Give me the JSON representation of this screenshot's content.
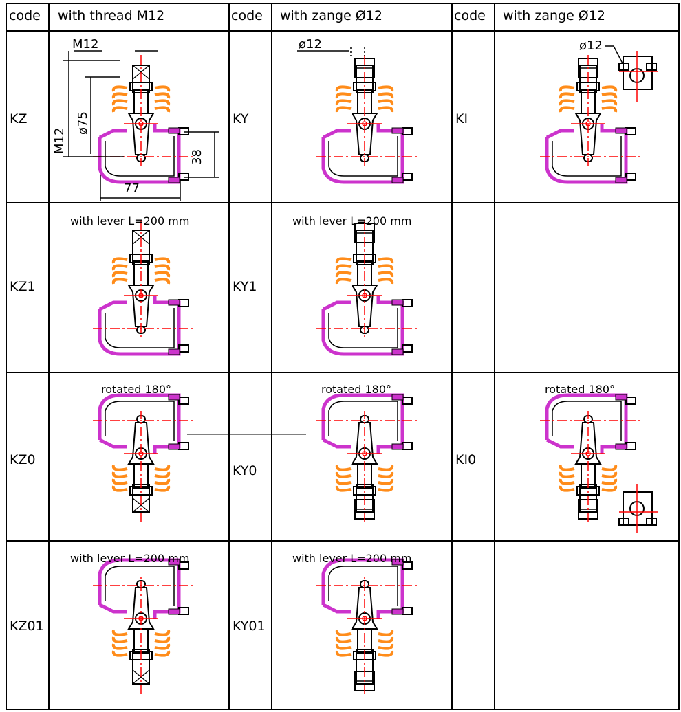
{
  "header": {
    "code_1": "code",
    "title_1": "with thread M12",
    "code_2": "code",
    "title_2": "with zange Ø12",
    "code_3": "code",
    "title_3": "with zange Ø12"
  },
  "rows": [
    {
      "code_1": "KZ",
      "note_1": "",
      "code_2": "KY",
      "note_2": "",
      "code_3": "KI",
      "note_3": ""
    },
    {
      "code_1": "KZ1",
      "note_1": "with lever L=200 mm",
      "code_2": "KY1",
      "note_2": "with lever L=200 mm",
      "code_3": "",
      "note_3": ""
    },
    {
      "code_1": "KZ0",
      "note_1": "rotated 180°",
      "code_2": "KY0",
      "note_2": "rotated 180°",
      "code_3": "KI0",
      "note_3": "rotated 180°"
    },
    {
      "code_1": "KZ01",
      "note_1": "with lever L=200 mm",
      "code_2": "KY01",
      "note_2": "with lever L=200 mm",
      "code_3": "",
      "note_3": ""
    }
  ],
  "dimensions": {
    "m12_top": "M12",
    "m12_side": "M12",
    "d75": "ø75",
    "d38": "38",
    "d77": "77",
    "d12_ky": "ø12",
    "d12_ki": "ø12"
  },
  "colors": {
    "line": "#000000",
    "centerline": "#ff0000",
    "housing": "#cc33cc",
    "bellows": "#ff8c1a"
  }
}
